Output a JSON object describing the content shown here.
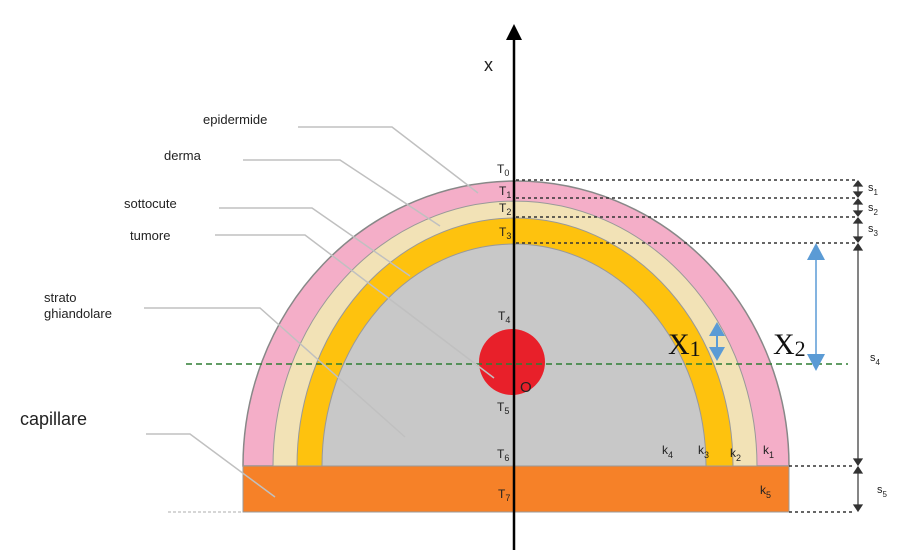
{
  "labels": {
    "epidermide": "epidermide",
    "derma": "derma",
    "sottocute": "sottocute",
    "tumore": "tumore",
    "strato_line1": "strato",
    "strato_line2": "ghiandolare",
    "capillare": "capillare",
    "axis_x": "x",
    "origin": "O"
  },
  "interfaces": [
    {
      "base": "T",
      "sub": "0"
    },
    {
      "base": "T",
      "sub": "1"
    },
    {
      "base": "T",
      "sub": "2"
    },
    {
      "base": "T",
      "sub": "3"
    },
    {
      "base": "T",
      "sub": "4"
    },
    {
      "base": "T",
      "sub": "5"
    },
    {
      "base": "T",
      "sub": "6"
    },
    {
      "base": "T",
      "sub": "7"
    }
  ],
  "conductivities": [
    {
      "base": "k",
      "sub": "4"
    },
    {
      "base": "k",
      "sub": "3"
    },
    {
      "base": "k",
      "sub": "2"
    },
    {
      "base": "k",
      "sub": "1"
    },
    {
      "base": "k",
      "sub": "5"
    }
  ],
  "thicknesses": [
    {
      "base": "s",
      "sub": "1"
    },
    {
      "base": "s",
      "sub": "2"
    },
    {
      "base": "s",
      "sub": "3"
    },
    {
      "base": "s",
      "sub": "4"
    },
    {
      "base": "s",
      "sub": "5"
    }
  ],
  "distances": [
    {
      "base": "X",
      "sub": "1"
    },
    {
      "base": "X",
      "sub": "2"
    }
  ],
  "colors": {
    "epidermide": "#f4aec8",
    "derma": "#f2e2b6",
    "sottocute": "#fec20e",
    "tumore_core": "#c8c8c8",
    "capillare": "#f68128",
    "tumor_dot": "#e8202a",
    "arrow_blue": "#5b9bd5",
    "guide_green": "#2e7d32"
  }
}
